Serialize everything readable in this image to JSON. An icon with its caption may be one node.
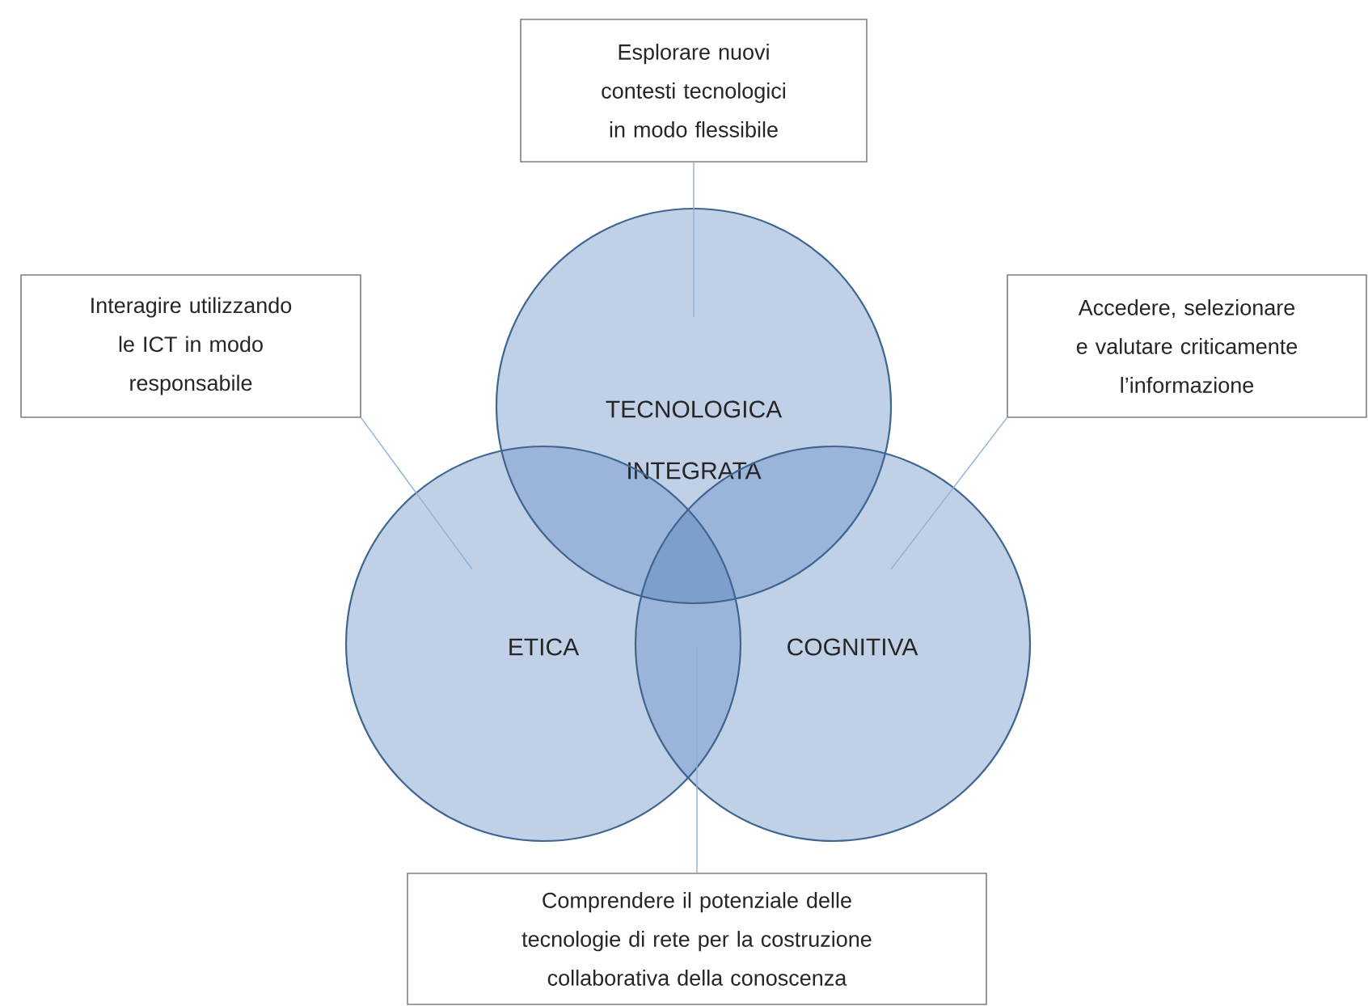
{
  "diagram": {
    "nodes": [
      {
        "text": [
          "Esplorare nuovi contesti tecnologici in modo flessibile"
        ]
      },
      {
        "text": [
          "Interagire utilizzando le ICT in modo responsabile"
        ]
      },
      {
        "text": [
          "Accedere, selezionare e valutare criticamente l’informazione"
        ]
      },
      {
        "text": [
          "TECNOLOGICA INTEGRATA"
        ]
      },
      {
        "text": [
          "ETICA"
        ]
      },
      {
        "text": [
          "COGNITIVA"
        ]
      },
      {
        "text": [
          "Comprendere il potenziale delle tecnologie di rete per la costruzione collaborativa della conoscenza"
        ]
      }
    ],
    "edges": [
      {
        "from": 0,
        "to": 3,
        "arrow": "none"
      },
      {
        "from": 1,
        "to": 4,
        "arrow": "none"
      },
      {
        "from": 2,
        "to": 5,
        "arrow": "none"
      },
      {
        "from": 6,
        "to": 4,
        "arrow": "none"
      }
    ]
  }
}
